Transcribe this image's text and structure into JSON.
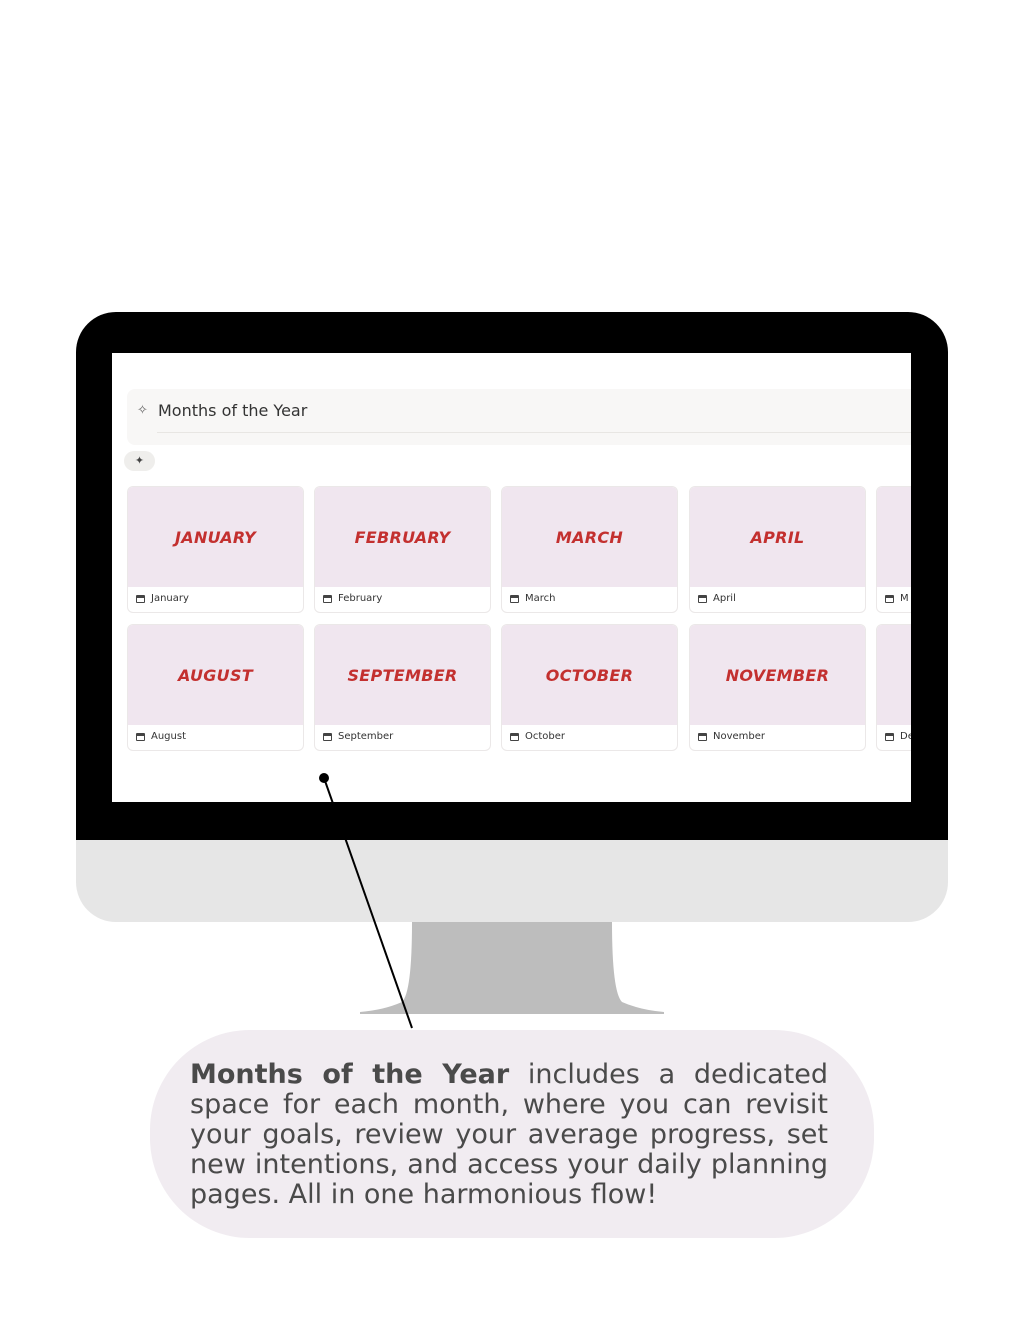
{
  "header": {
    "title": "Months of the Year",
    "icon": "sparkle-icon"
  },
  "magic_button": {
    "icon": "magic-wand-icon"
  },
  "cards_row1": [
    {
      "cover": "JANUARY",
      "label": "January"
    },
    {
      "cover": "FEBRUARY",
      "label": "February"
    },
    {
      "cover": "MARCH",
      "label": "March"
    },
    {
      "cover": "APRIL",
      "label": "April"
    },
    {
      "cover": "",
      "label": "M"
    }
  ],
  "cards_row2": [
    {
      "cover": "AUGUST",
      "label": "August"
    },
    {
      "cover": "SEPTEMBER",
      "label": "September"
    },
    {
      "cover": "OCTOBER",
      "label": "October"
    },
    {
      "cover": "NOVEMBER",
      "label": "November"
    },
    {
      "cover": "",
      "label": "De"
    }
  ],
  "callout": {
    "bold": "Months of the Year",
    "text": " includes a dedicated space for each month, where you can revisit your goals, review your average progress, set new intentions, and access your daily planning pages. All in one harmonious flow!"
  },
  "colors": {
    "accent": "#c3302f",
    "cover": "#f0e6ef",
    "bubble": "#f1ecf1"
  }
}
